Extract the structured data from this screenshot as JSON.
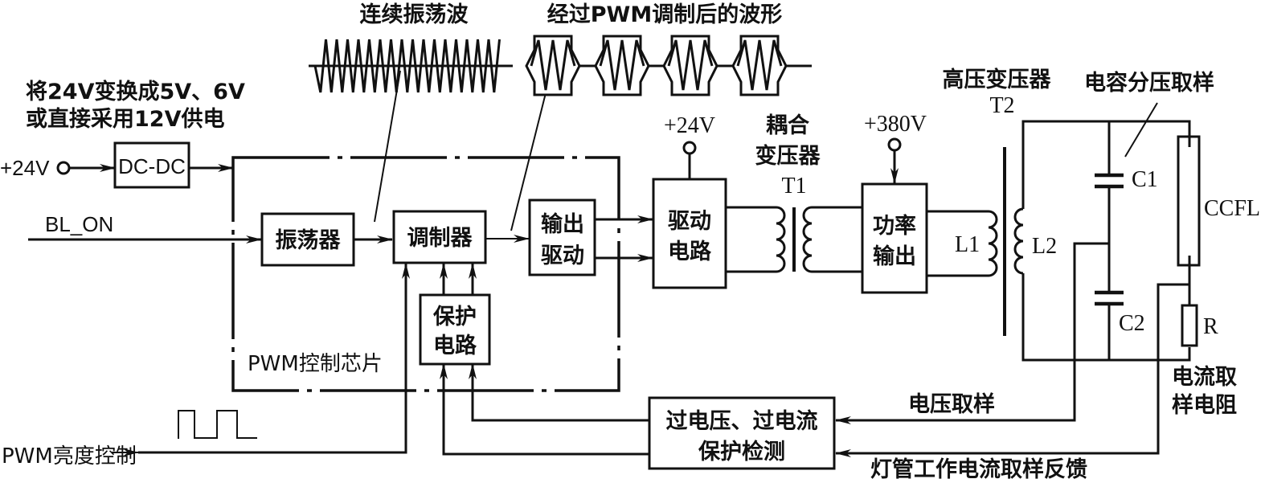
{
  "title_notes": {
    "dcdc_note_line1": "将24V变换成5V、6V",
    "dcdc_note_line2": "或直接采用12V供电",
    "continuous_wave": "连续振荡波",
    "pwm_modulated_wave": "经过PWM调制后的波形",
    "hv_transformer": "高压变压器",
    "hv_transformer_ref": "T2",
    "cap_divider_sampling": "电容分压取样"
  },
  "inputs": {
    "supply_in": "+24V",
    "bl_on": "BL_ON",
    "pwm_brightness": "PWM亮度控制"
  },
  "blocks": {
    "dcdc": "DC-DC",
    "oscillator": "振荡器",
    "modulator": "调制器",
    "output_drive_l1": "输出",
    "output_drive_l2": "驱动",
    "protection_l1": "保护",
    "protection_l2": "电路",
    "chip_label": "PWM控制芯片",
    "driver_l1": "驱动",
    "driver_l2": "电路",
    "power_out_l1": "功率",
    "power_out_l2": "输出",
    "ovp_ocp_l1": "过电压、过电流",
    "ovp_ocp_l2": "保护检测"
  },
  "rails": {
    "driver_supply": "+24V",
    "power_supply": "+380V"
  },
  "coupling_transformer": {
    "label_l1": "耦合",
    "label_l2": "变压器",
    "ref": "T1"
  },
  "components": {
    "l1": "L1",
    "l2": "L2",
    "c1": "C1",
    "c2": "C2",
    "ccfl": "CCFL",
    "r": "R"
  },
  "feedback": {
    "voltage_sampling": "电压取样",
    "current_feedback": "灯管工作电流取样反馈",
    "sense_resistor_l1": "电流取",
    "sense_resistor_l2": "样电阻"
  }
}
